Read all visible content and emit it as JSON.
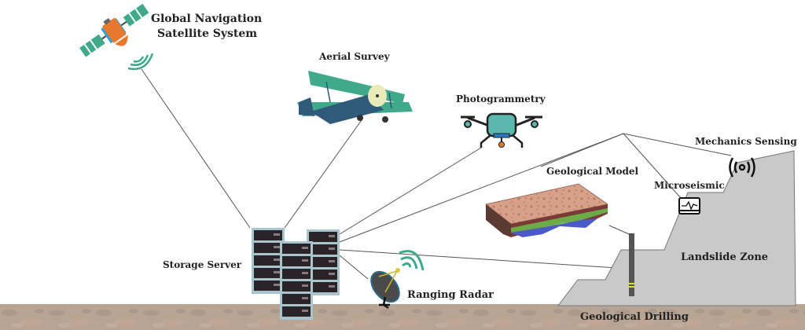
{
  "diagram": {
    "title": "Landslide monitoring data system",
    "labels": {
      "gnss": [
        "Global Navigation",
        "Satellite System"
      ],
      "aerial": "Aerial Survey",
      "photogrammetry": "Photogrammetry",
      "geo_model": "Geological Model",
      "mechanics": "Mechanics Sensing",
      "microseismic": "Microseismic",
      "storage": "Storage Server",
      "radar": "Ranging Radar",
      "landslide": "Landslide Zone",
      "drilling": "Geological Drilling"
    },
    "connections": [
      {
        "from": "gnss",
        "to": "storage"
      },
      {
        "from": "aerial",
        "to": "storage"
      },
      {
        "from": "photogrammetry",
        "to": "storage"
      },
      {
        "from": "landslide-sensors-hub",
        "to": "storage"
      },
      {
        "from": "landslide-sensors-hub",
        "to": "mechanics"
      },
      {
        "from": "landslide-sensors-hub",
        "to": "microseismic"
      },
      {
        "from": "landslide-sensors-hub",
        "to": "geo_model"
      },
      {
        "from": "drilling",
        "to": "storage"
      },
      {
        "from": "radar",
        "to": "storage"
      }
    ],
    "colors": {
      "teal": "#3fa98a",
      "orange": "#e8782e",
      "blue": "#2aa3d8",
      "slope": "#c9c9c9",
      "ground": "#b59d8c",
      "line": "#555555",
      "server_frame": "#a9c4cc",
      "server_unit": "#2a2428"
    }
  }
}
